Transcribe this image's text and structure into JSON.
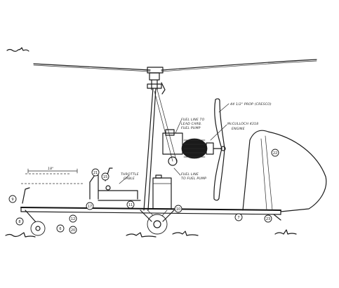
{
  "labels": {
    "prop": "44 1/2\" PROP (CRESCO)",
    "engine_line1": "McCULLOCH 4318",
    "engine_line2": "ENGINE",
    "fuel_carb_line1": "FUEL LINE TO",
    "fuel_carb_line2": "LEAD CARB.",
    "fuel_carb_line3": "FUEL PUMP",
    "fuel_pump_line1": "FUEL LINE",
    "fuel_pump_line2": "TO FUEL PUMP",
    "throttle_line1": "THROTTLE",
    "throttle_line2": "CABLE",
    "dimension": "18\""
  },
  "callouts": [
    "9",
    "8",
    "6",
    "12",
    "20",
    "21",
    "15",
    "17",
    "11",
    "10",
    "7",
    "22",
    "23"
  ]
}
